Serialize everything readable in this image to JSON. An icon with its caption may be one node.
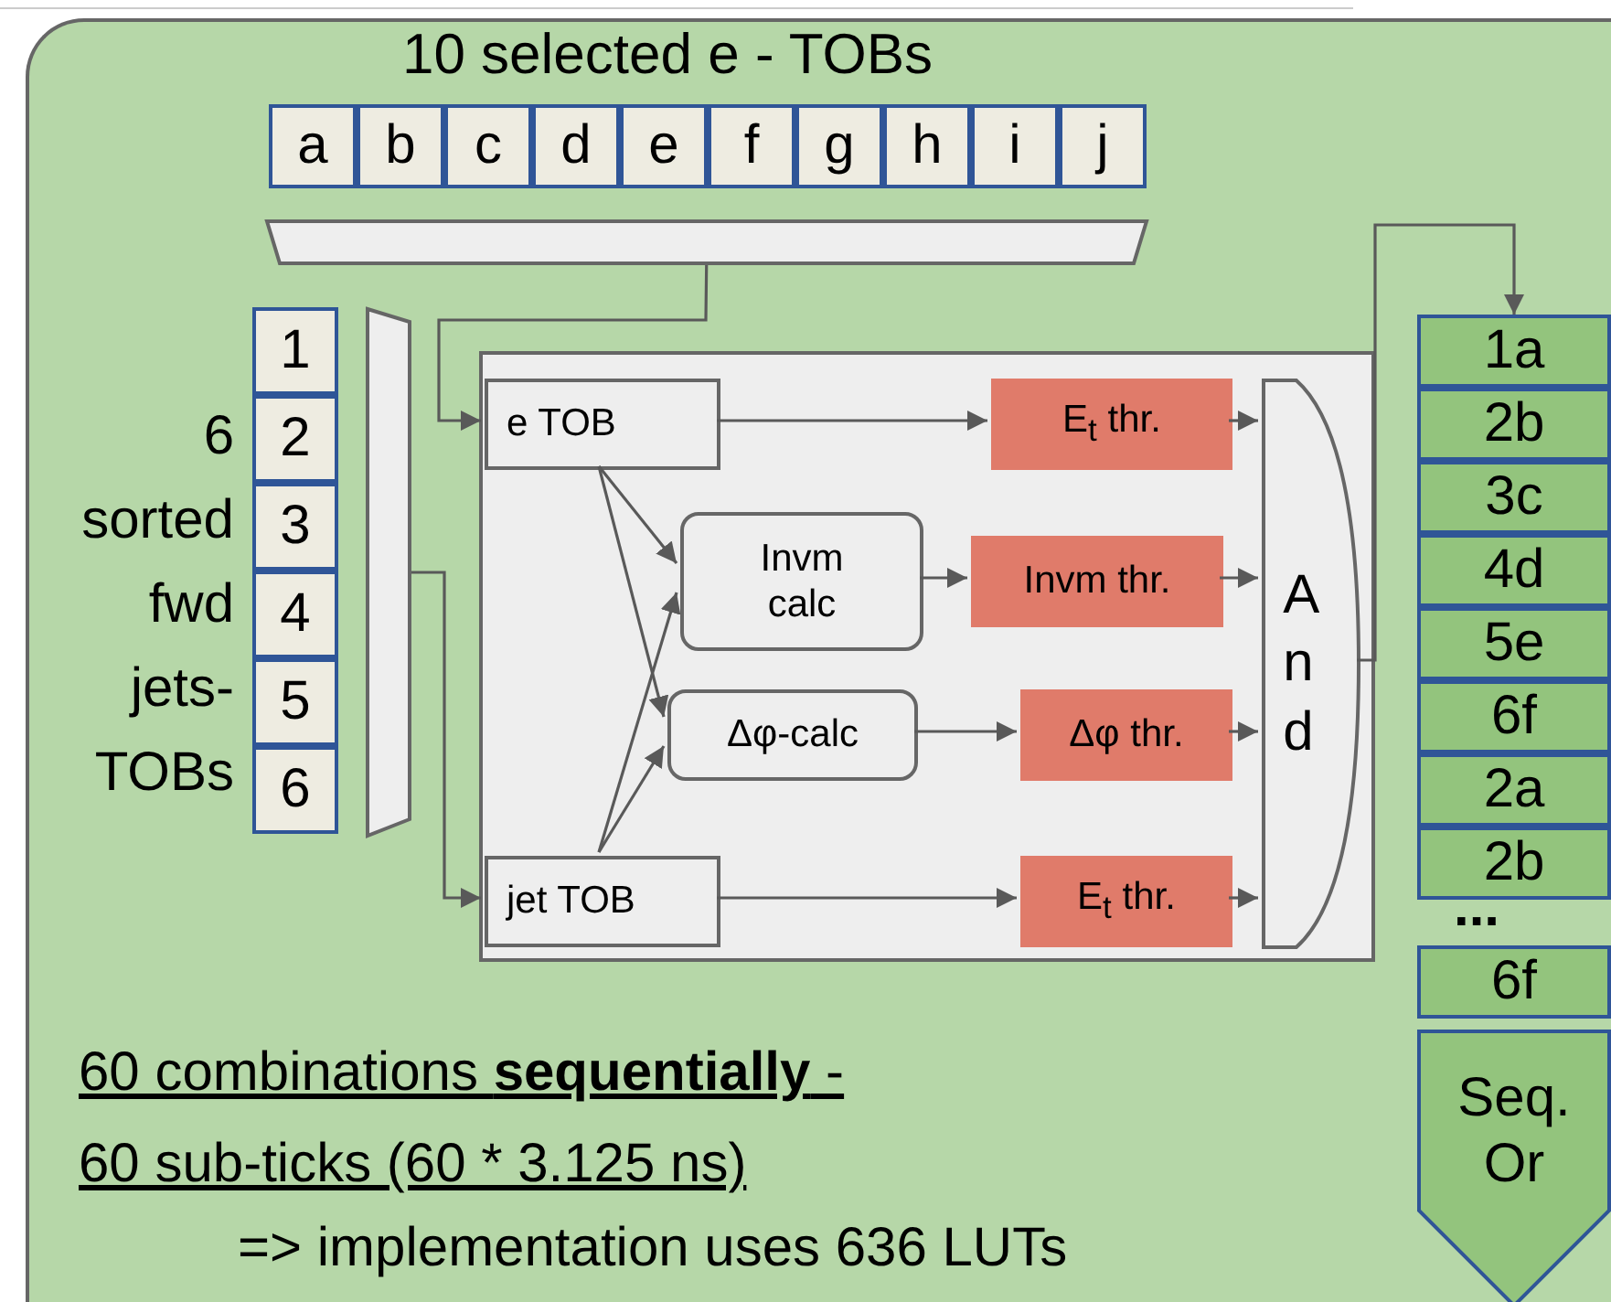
{
  "diagram": {
    "title": "10 selected e - TOBs",
    "nodes": [
      {
        "text": [
          "a"
        ]
      },
      {
        "text": [
          "b"
        ]
      },
      {
        "text": [
          "c"
        ]
      },
      {
        "text": [
          "d"
        ]
      },
      {
        "text": [
          "e"
        ]
      },
      {
        "text": [
          "f"
        ]
      },
      {
        "text": [
          "g"
        ]
      },
      {
        "text": [
          "h"
        ]
      },
      {
        "text": [
          "i"
        ]
      },
      {
        "text": [
          "j"
        ]
      },
      {
        "text": [],
        "shape": "trapezoid"
      },
      {
        "text": [
          "1"
        ]
      },
      {
        "text": [
          "2"
        ]
      },
      {
        "text": [
          "3"
        ]
      },
      {
        "text": [
          "4"
        ]
      },
      {
        "text": [
          "5"
        ]
      },
      {
        "text": [
          "6"
        ]
      },
      {
        "text": [],
        "shape": "trapezoid"
      },
      {
        "text": [],
        "shape": "box"
      },
      {
        "text": [
          "e TOB"
        ],
        "in": 18
      },
      {
        "text": [
          "Invm calc"
        ],
        "in": 18
      },
      {
        "text": [
          "Δφ-calc"
        ],
        "in": 18
      },
      {
        "text": [
          "jet TOB"
        ],
        "in": 18
      },
      {
        "text": [
          "E$_{t}$ thr."
        ],
        "in": 18
      },
      {
        "text": [
          "Invm thr."
        ],
        "in": 18
      },
      {
        "text": [
          "Δφ thr."
        ],
        "in": 18
      },
      {
        "text": [
          "E$_{t}$ thr."
        ],
        "in": 18
      },
      {
        "text": [
          "And"
        ],
        "in": 18
      },
      {
        "text": [
          "1a"
        ]
      },
      {
        "text": [
          "2b"
        ]
      },
      {
        "text": [
          "3c"
        ]
      },
      {
        "text": [
          "4d"
        ]
      },
      {
        "text": [
          "5e"
        ]
      },
      {
        "text": [
          "6f"
        ]
      },
      {
        "text": [
          "2a"
        ]
      },
      {
        "text": [
          "2b"
        ]
      },
      {
        "text": [
          "6f"
        ]
      },
      {
        "text": [
          "Seq. Or"
        ]
      }
    ],
    "edges": [
      {
        "from": 10,
        "to": 19,
        "arrow": "to"
      },
      {
        "from": 17,
        "to": 22,
        "arrow": "to"
      },
      {
        "from": 19,
        "to": 20,
        "arrow": "to"
      },
      {
        "from": 19,
        "to": 21,
        "arrow": "to"
      },
      {
        "from": 22,
        "to": 20,
        "arrow": "to"
      },
      {
        "from": 22,
        "to": 21,
        "arrow": "to"
      },
      {
        "from": 19,
        "to": 23,
        "arrow": "to"
      },
      {
        "from": 20,
        "to": 24,
        "arrow": "to"
      },
      {
        "from": 21,
        "to": 25,
        "arrow": "to"
      },
      {
        "from": 22,
        "to": 26,
        "arrow": "to"
      },
      {
        "from": 23,
        "to": 27,
        "arrow": "to"
      },
      {
        "from": 24,
        "to": 27,
        "arrow": "to"
      },
      {
        "from": 25,
        "to": 27,
        "arrow": "to"
      },
      {
        "from": 26,
        "to": 27,
        "arrow": "to"
      },
      {
        "from": 27,
        "to": 28,
        "arrow": "to"
      }
    ],
    "labels": [
      "6 sorted fwd jets- TOBs",
      "...",
      "60 combinations **sequentially** -",
      "60 sub-ticks (60 * 3.125 ns)",
      "=> implementation uses 636 LUTs"
    ]
  }
}
